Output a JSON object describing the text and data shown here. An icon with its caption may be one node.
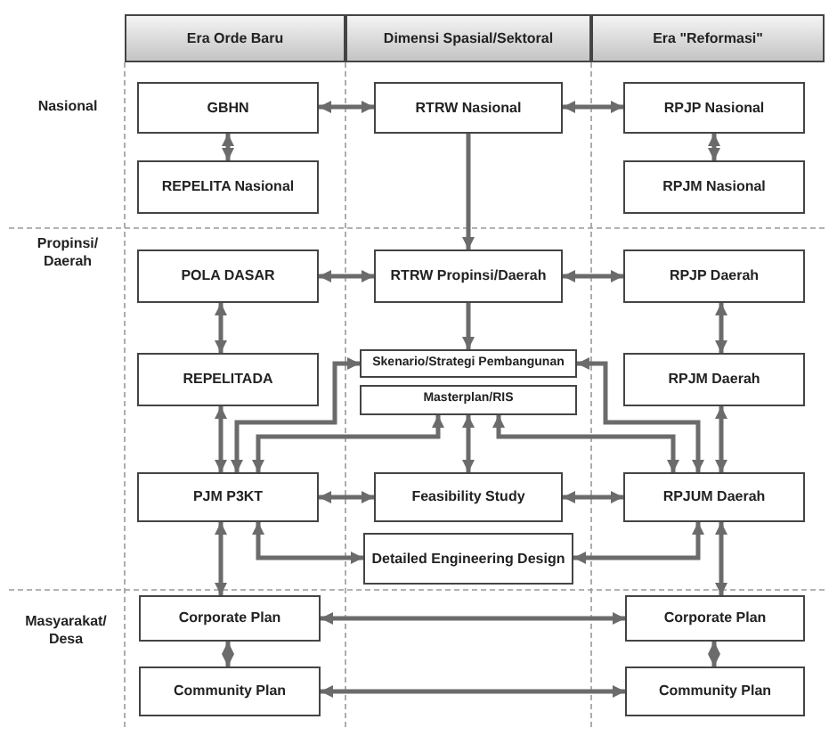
{
  "diagram": {
    "nodes": [
      {
        "text": [
          "Era Orde Baru"
        ]
      },
      {
        "text": [
          "Dimensi Spasial/Sektoral"
        ]
      },
      {
        "text": [
          "Era \"Reformasi\""
        ]
      },
      {
        "text": [
          "GBHN"
        ]
      },
      {
        "text": [
          "REPELITA Nasional"
        ]
      },
      {
        "text": [
          "RTRW Nasional"
        ]
      },
      {
        "text": [
          "RPJP Nasional"
        ]
      },
      {
        "text": [
          "RPJM Nasional"
        ]
      },
      {
        "text": [
          "POLA DASAR"
        ]
      },
      {
        "text": [
          "RTRW Propinsi/Daerah"
        ]
      },
      {
        "text": [
          "RPJP Daerah"
        ]
      },
      {
        "text": [
          "REPELITADA"
        ]
      },
      {
        "text": [
          "Skenario/Strategi Pembangunan"
        ]
      },
      {
        "text": [
          "Masterplan/RIS"
        ]
      },
      {
        "text": [
          "RPJM Daerah"
        ]
      },
      {
        "text": [
          "PJM P3KT"
        ]
      },
      {
        "text": [
          "Feasibility Study"
        ]
      },
      {
        "text": [
          "RPJUM Daerah"
        ]
      },
      {
        "text": [
          "Detailed Engineering Design"
        ]
      },
      {
        "text": [
          "Corporate Plan"
        ]
      },
      {
        "text": [
          "Corporate Plan"
        ]
      },
      {
        "text": [
          "Community Plan"
        ]
      },
      {
        "text": [
          "Community Plan"
        ]
      }
    ],
    "edges": [
      {
        "from": 3,
        "to": 5,
        "arrow": "both"
      },
      {
        "from": 5,
        "to": 6,
        "arrow": "both"
      },
      {
        "from": 3,
        "to": 4,
        "arrow": "both"
      },
      {
        "from": 6,
        "to": 7,
        "arrow": "both"
      },
      {
        "from": 5,
        "to": 9,
        "arrow": "to"
      },
      {
        "from": 8,
        "to": 9,
        "arrow": "both"
      },
      {
        "from": 9,
        "to": 10,
        "arrow": "both"
      },
      {
        "from": 8,
        "to": 11,
        "arrow": "both"
      },
      {
        "from": 10,
        "to": 14,
        "arrow": "both"
      },
      {
        "from": 9,
        "to": 12,
        "arrow": "to"
      },
      {
        "from": 11,
        "to": 15,
        "arrow": "both"
      },
      {
        "from": 14,
        "to": 17,
        "arrow": "both"
      },
      {
        "from": 12,
        "to": 15,
        "arrow": "both"
      },
      {
        "from": 13,
        "to": 15,
        "arrow": "both"
      },
      {
        "from": 13,
        "to": 16,
        "arrow": "both"
      },
      {
        "from": 13,
        "to": 17,
        "arrow": "both"
      },
      {
        "from": 12,
        "to": 17,
        "arrow": "both"
      },
      {
        "from": 15,
        "to": 16,
        "arrow": "both"
      },
      {
        "from": 16,
        "to": 17,
        "arrow": "both"
      },
      {
        "from": 15,
        "to": 18,
        "arrow": "both"
      },
      {
        "from": 17,
        "to": 18,
        "arrow": "both"
      },
      {
        "from": 15,
        "to": 19,
        "arrow": "both"
      },
      {
        "from": 17,
        "to": 20,
        "arrow": "both"
      },
      {
        "from": 19,
        "to": 20,
        "arrow": "both"
      },
      {
        "from": 19,
        "to": 21,
        "arrow": "both"
      },
      {
        "from": 20,
        "to": 22,
        "arrow": "both"
      },
      {
        "from": 21,
        "to": 22,
        "arrow": "both"
      }
    ],
    "labels": [
      "Nasional",
      "Propinsi/ Daerah",
      "Masyarakat/ Desa"
    ]
  }
}
